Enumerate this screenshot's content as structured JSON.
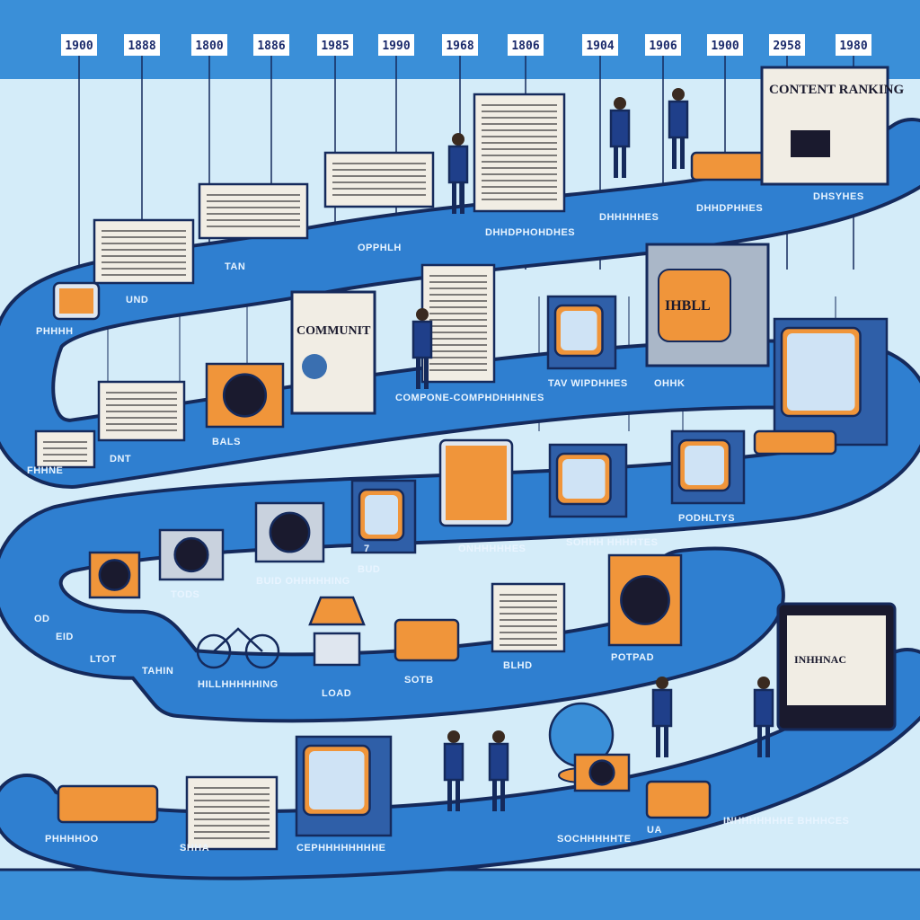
{
  "colors": {
    "background": "#d4ecf9",
    "band": "#3a8fd8",
    "road": "#2f7fd0",
    "outline": "#152a5c",
    "accent_orange": "#f0953a",
    "paper": "#f1ede4"
  },
  "years": [
    "1900",
    "1888",
    "1800",
    "1886",
    "1985",
    "1990",
    "1968",
    "1806",
    "1904",
    "1906",
    "1900",
    "2958",
    "1980"
  ],
  "headlines": {
    "top_right_paper": "CONTENT RANKING",
    "row2_paper": "COMMUNIT",
    "row2_tv": "IHBLL",
    "row5_monitor": "INHHNAC"
  },
  "labels": {
    "row1": [
      "PHHHH",
      "UND",
      "TAN",
      "OPPHLH",
      "DHHDPHOHDHES",
      "DHHHHHES",
      "DHHDPHHES",
      "DHSYHES"
    ],
    "row2": [
      "FHHNE",
      "DNT",
      "BALS",
      "COMPONE-COMPHDHHHNES",
      "TAV WIPDHHES",
      "OHHK"
    ],
    "row3": [
      "OD",
      "TODS",
      "BUID OHHHHHING",
      "7",
      "BUD",
      "ONHHHHHES",
      "SOHHH HHHHTES",
      "PODHLTYS"
    ],
    "row4": [
      "EID",
      "LTOT",
      "TAHIN",
      "HILLHHHHHING",
      "LOAD",
      "SOTB",
      "BLHD",
      "POTPAD"
    ],
    "row5": [
      "PHHHHOO",
      "SHHA",
      "CEPHHHHHHHHE",
      "SOCHHHHHTE",
      "UA",
      "INHHHHHHHE BHHHCES"
    ]
  }
}
